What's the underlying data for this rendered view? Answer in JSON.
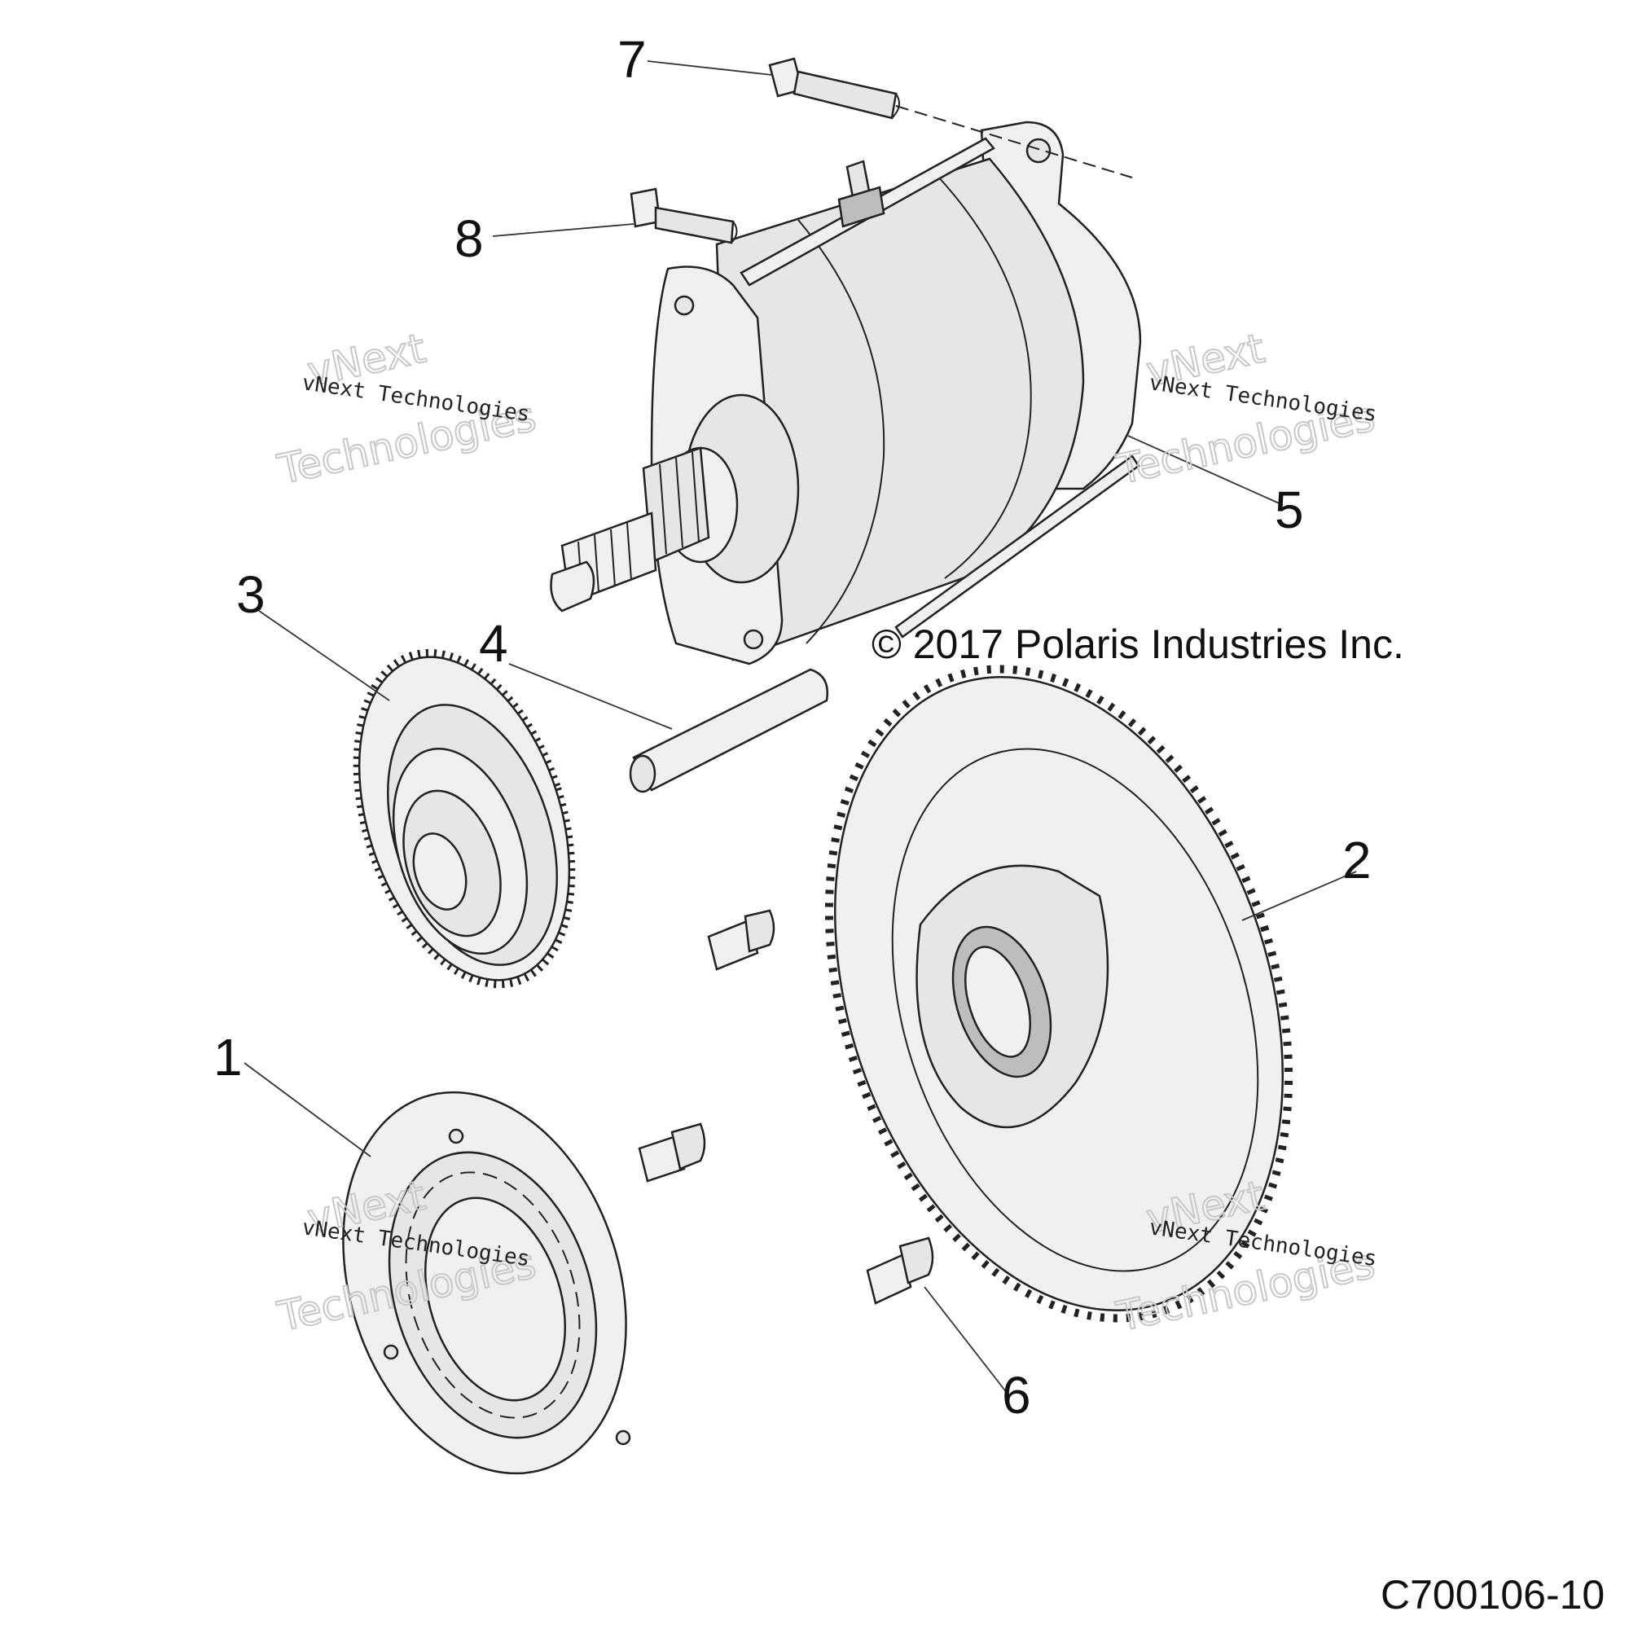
{
  "callouts": [
    {
      "id": "1",
      "label": "1"
    },
    {
      "id": "2",
      "label": "2"
    },
    {
      "id": "3",
      "label": "3"
    },
    {
      "id": "4",
      "label": "4"
    },
    {
      "id": "5",
      "label": "5"
    },
    {
      "id": "6",
      "label": "6"
    },
    {
      "id": "7",
      "label": "7"
    },
    {
      "id": "8",
      "label": "8"
    }
  ],
  "copyright": "© 2017 Polaris Industries Inc.",
  "drawing_id": "C700106-10",
  "watermark": {
    "line_small": "vNext Technologies",
    "line_big_1": "vNext",
    "line_big_2": "Technologies"
  }
}
